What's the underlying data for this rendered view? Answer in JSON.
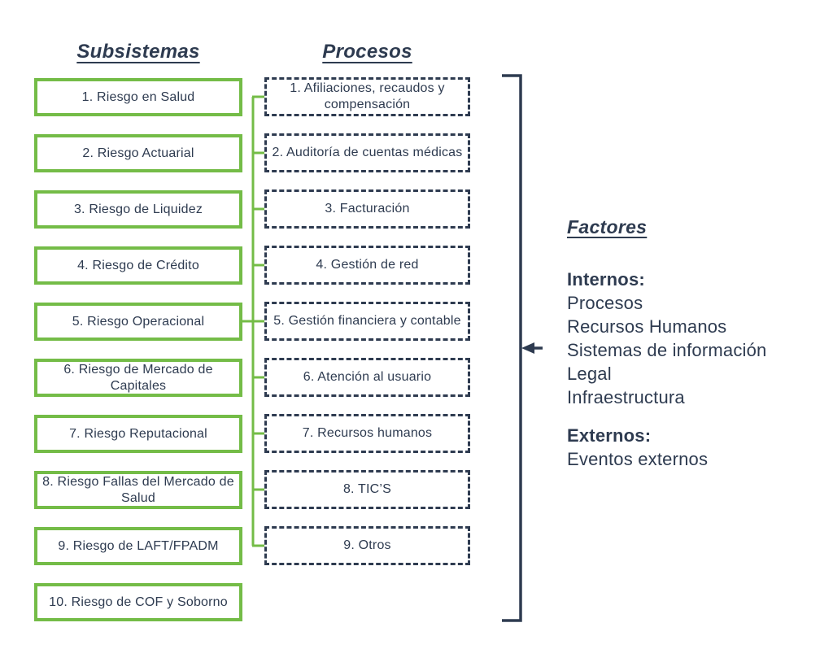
{
  "diagram": {
    "subsistemas": {
      "title": "Subsistemas",
      "items": [
        "1. Riesgo en Salud",
        "2. Riesgo Actuarial",
        "3. Riesgo de Liquidez",
        "4. Riesgo de Crédito",
        "5. Riesgo Operacional",
        "6. Riesgo de Mercado de Capitales",
        "7. Riesgo Reputacional",
        "8. Riesgo Fallas del Mercado de Salud",
        "9. Riesgo de LAFT/FPADM",
        "10. Riesgo de COF y Soborno"
      ]
    },
    "procesos": {
      "title": "Procesos",
      "items": [
        "1. Afiliaciones, recaudos y compensación",
        "2. Auditoría de cuentas médicas",
        "3. Facturación",
        "4. Gestión de red",
        "5. Gestión financiera y contable",
        "6. Atención al usuario",
        "7. Recursos humanos",
        "8. TIC’S",
        "9. Otros"
      ]
    },
    "factores": {
      "title": "Factores",
      "internos_label": "Internos:",
      "internos": [
        "Procesos",
        "Recursos Humanos",
        "Sistemas de información",
        "Legal",
        "Infraestructura"
      ],
      "externos_label": "Externos:",
      "externos": [
        "Eventos externos"
      ]
    },
    "colors": {
      "accent_green": "#74bc47",
      "text_navy": "#2e3b50",
      "background": "#ffffff"
    }
  }
}
